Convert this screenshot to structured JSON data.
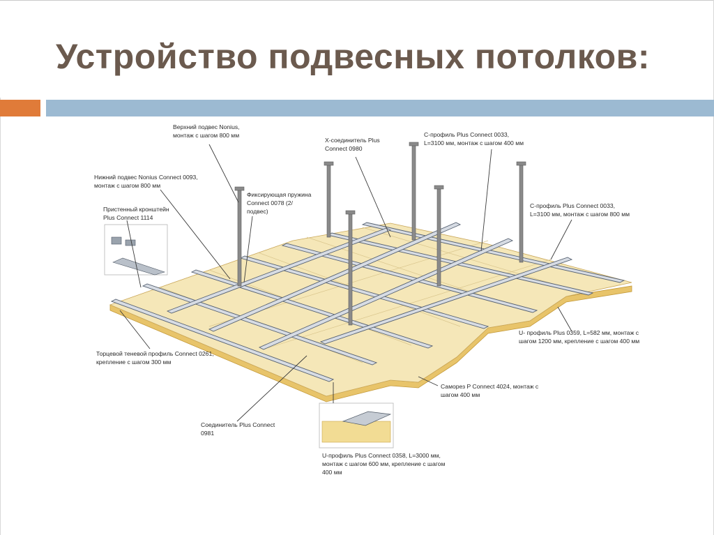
{
  "slide": {
    "title": "Устройство подвесных потолков:"
  },
  "callouts": {
    "top_hanger_1": "Верхний подвес Nonius,",
    "top_hanger_2": "монтаж с шагом 800 мм",
    "x_conn_1": "X-соединитель Plus",
    "x_conn_2": "Connect 0980",
    "c_profile_top_1": "С-профиль Plus Connect 0033,",
    "c_profile_top_2": "L=3100 мм, монтаж с шагом 400 мм",
    "low_hanger_1": "Нижний подвес Nonius Connect 0093,",
    "low_hanger_2": "монтаж с шагом 800 мм",
    "spring_1": "Фиксирующая пружина",
    "spring_2": "Connect 0078 (2/",
    "spring_3": "подвес)",
    "wall_bracket_1": "Пристенный кронштейн",
    "wall_bracket_2": "Plus Connect 1114",
    "c_profile_right_1": "С-профиль Plus Connect 0033,",
    "c_profile_right_2": "L=3100 мм, монтаж с шагом 800 мм",
    "u_profile_0359_1": "U- профиль Plus 0359, L=582 мм, монтаж с",
    "u_profile_0359_2": "шагом 1200 мм, крепление с шагом 400 мм",
    "shadow_profile_1": "Торцевой теневой профиль Connect 0261,",
    "shadow_profile_2": "крепление с шагом 300 мм",
    "screw_1": "Саморез P Connect 4024, монтаж с",
    "screw_2": "шагом 400 мм",
    "connector_1": "Соединитель Plus Connect",
    "connector_2": "0981",
    "u_profile_0358_1": "U-профиль Plus Connect 0358, L=3000 мм,",
    "u_profile_0358_2": "монтаж с шагом 600 мм, крепление с шагом",
    "u_profile_0358_3": "400 мм"
  },
  "colors": {
    "title": "#6b5a4e",
    "accent_orange": "#e07b39",
    "accent_blue": "#9cbad2",
    "board_top": "#f5e7b8",
    "board_edge": "#e8c46a",
    "profile": "#d7dce4",
    "rod": "#8a8a8a"
  }
}
